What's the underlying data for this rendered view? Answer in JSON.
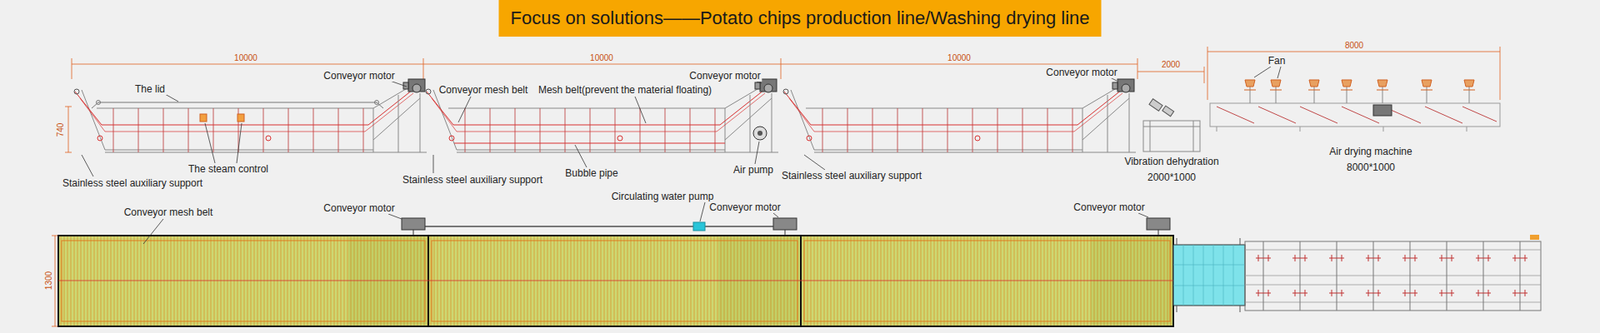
{
  "diagram": {
    "title": "Focus on solutions——Potato chips production line/Washing drying line",
    "labels": [
      "10000",
      "10000",
      "10000",
      "2000",
      "8000",
      "Fan",
      "The lid",
      "Conveyor motor",
      "Conveyor mesh belt",
      "Mesh belt(prevent the material floating)",
      "Conveyor motor",
      "Conveyor motor",
      "740",
      "Stainless steel auxiliary support",
      "The steam control",
      "Stainless steel auxiliary support",
      "Bubble pipe",
      "Air pump",
      "Stainless steel auxiliary support",
      "Vibration dehydration 2000*1000",
      "Air drying machine 8000*1000",
      "Conveyor mesh belt",
      "Conveyor motor",
      "Circulating water pump",
      "Conveyor motor",
      "Conveyor motor",
      "1300"
    ]
  }
}
